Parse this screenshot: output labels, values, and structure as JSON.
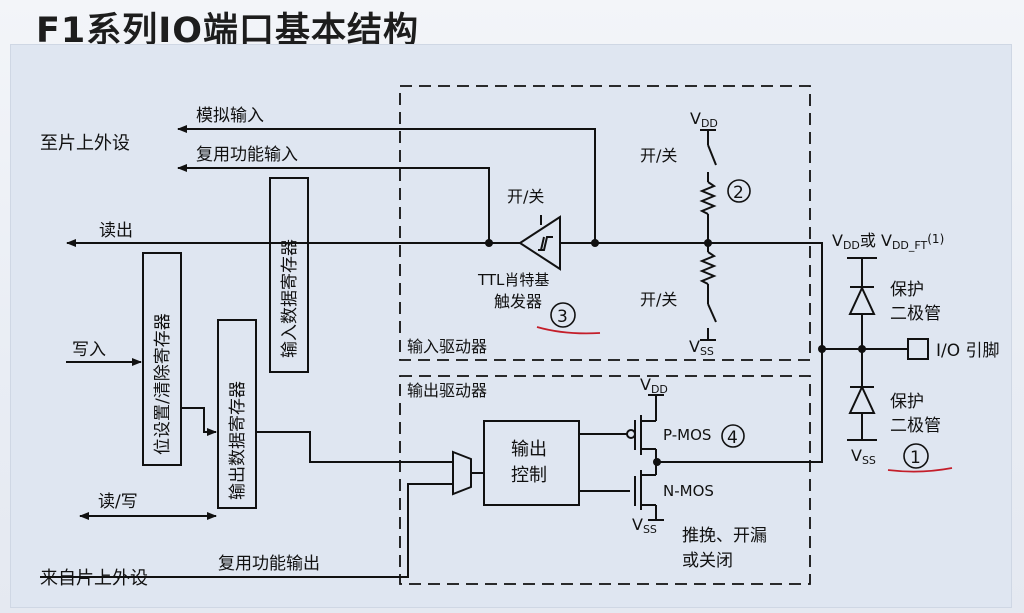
{
  "title": "F1系列IO端口基本结构",
  "labels": {
    "to_peripheral": "至片上外设",
    "analog_in": "模拟输入",
    "af_in": "复用功能输入",
    "read_out": "读出",
    "write_in": "写入",
    "read_write": "读/写",
    "from_peripheral": "来自片上外设",
    "af_out": "复用功能输出",
    "bsrr": "位设置/清除寄存器",
    "idr": "输入数据寄存器",
    "odr": "输出数据寄存器",
    "switch_trigger": "开/关",
    "ttl_line1": "TTL肖特基",
    "ttl_line2": "触发器",
    "switch_up": "开/关",
    "switch_down": "开/关",
    "vdd": "V",
    "vdd_sub": "DD",
    "vss": "V",
    "vss_sub": "SS",
    "input_driver": "输入驱动器",
    "output_driver": "输出驱动器",
    "output_ctrl_1": "输出",
    "output_ctrl_2": "控制",
    "pmos": "P-MOS",
    "nmos": "N-MOS",
    "mode_1": "推挽、开漏",
    "mode_2": "或关闭",
    "vdd_or_vddft": "V",
    "vdd_or_vddft_a": "DD",
    "vdd_or_vddft_b": "或 V",
    "vdd_or_vddft_c": "DD_FT",
    "vdd_or_vddft_d": "(1)",
    "protect_1": "保护",
    "protect_2": "二极管",
    "io_pin": "I/O 引脚",
    "num_1": "1",
    "num_2": "2",
    "num_3": "3",
    "num_4": "4"
  }
}
